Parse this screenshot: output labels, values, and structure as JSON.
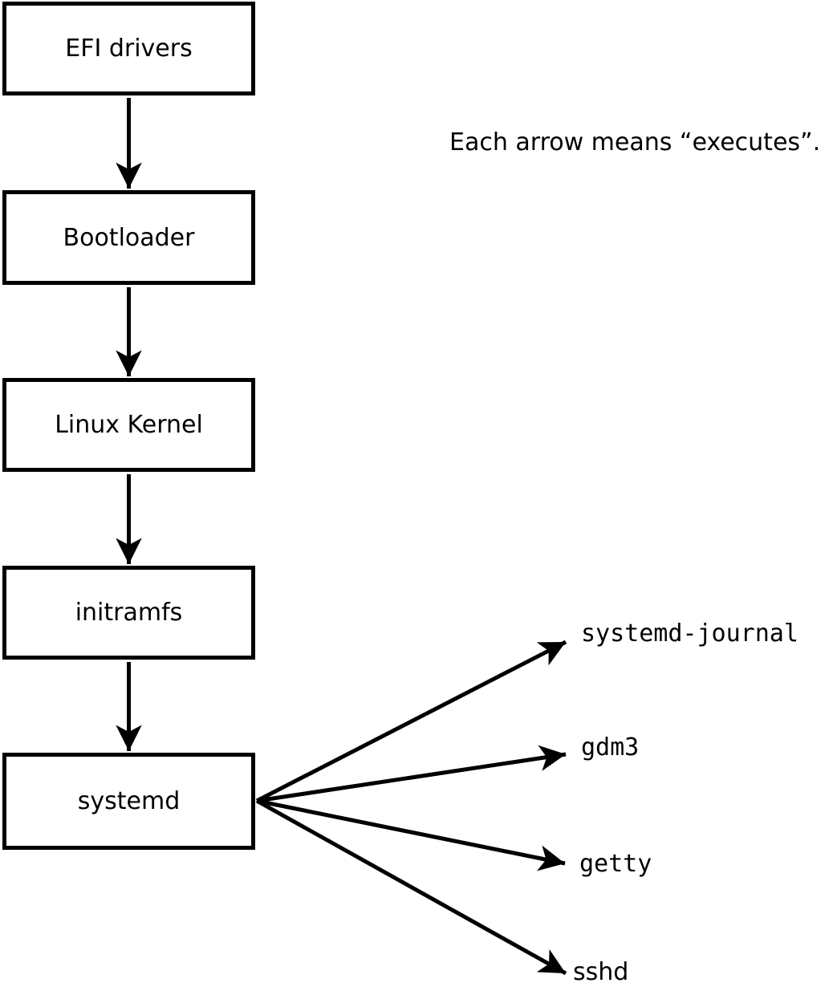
{
  "note": "Each arrow means “executes”.",
  "chain": [
    {
      "label": "EFI drivers"
    },
    {
      "label": "Bootloader"
    },
    {
      "label": "Linux Kernel"
    },
    {
      "label": "initramfs"
    },
    {
      "label": "systemd"
    }
  ],
  "children": [
    {
      "label": "systemd-journal"
    },
    {
      "label": "gdm3"
    },
    {
      "label": "getty"
    },
    {
      "label": "sshd"
    }
  ],
  "edges": [
    {
      "from": "EFI drivers",
      "to": "Bootloader",
      "meaning": "executes"
    },
    {
      "from": "Bootloader",
      "to": "Linux Kernel",
      "meaning": "executes"
    },
    {
      "from": "Linux Kernel",
      "to": "initramfs",
      "meaning": "executes"
    },
    {
      "from": "initramfs",
      "to": "systemd",
      "meaning": "executes"
    },
    {
      "from": "systemd",
      "to": "systemd-journal",
      "meaning": "executes"
    },
    {
      "from": "systemd",
      "to": "gdm3",
      "meaning": "executes"
    },
    {
      "from": "systemd",
      "to": "getty",
      "meaning": "executes"
    },
    {
      "from": "systemd",
      "to": "sshd",
      "meaning": "executes"
    }
  ],
  "colors": {
    "stroke": "#000000",
    "background": "#ffffff"
  }
}
